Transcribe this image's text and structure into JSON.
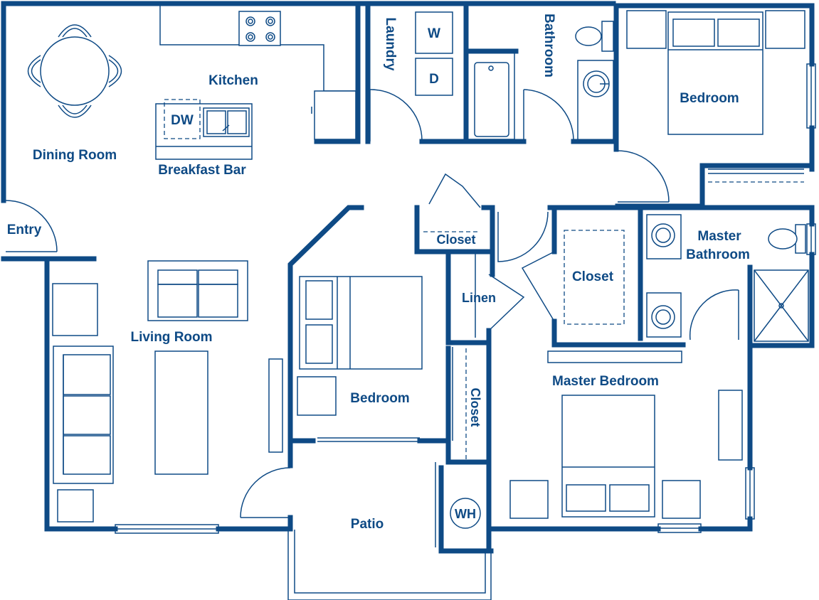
{
  "colors": {
    "wall": "#0e4a85",
    "background": "#ffffff"
  },
  "rooms": {
    "kitchen": "Kitchen",
    "laundry": "Laundry",
    "bathroom": "Bathroom",
    "bedroom_top": "Bedroom",
    "dining_room": "Dining Room",
    "breakfast_bar": "Breakfast Bar",
    "entry": "Entry",
    "closet_hall": "Closet",
    "master_bathroom_line1": "Master",
    "master_bathroom_line2": "Bathroom",
    "closet_master": "Closet",
    "linen": "Linen",
    "living_room": "Living Room",
    "bedroom_mid": "Bedroom",
    "closet_bedroom": "Closet",
    "master_bedroom": "Master Bedroom",
    "patio": "Patio"
  },
  "fixtures": {
    "washer": "W",
    "dryer": "D",
    "dishwasher": "DW",
    "water_heater": "WH"
  }
}
